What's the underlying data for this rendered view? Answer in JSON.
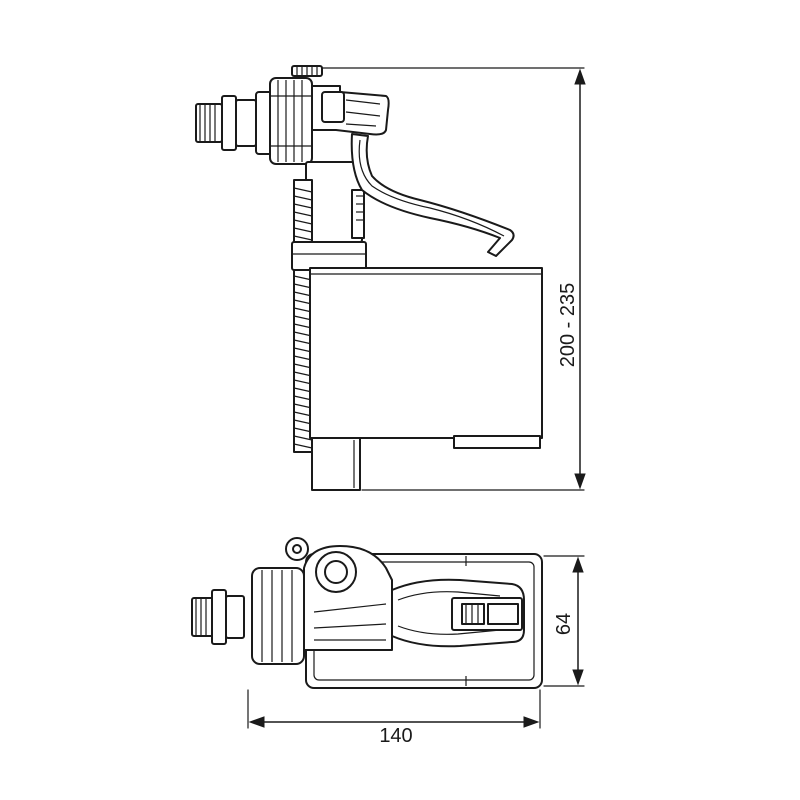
{
  "dimensions": {
    "height_range": {
      "label": "200 - 235"
    },
    "width": {
      "label": "140"
    },
    "depth": {
      "label": "64"
    }
  },
  "colors": {
    "ink": "#1a1a1a",
    "paper": "#ffffff"
  }
}
